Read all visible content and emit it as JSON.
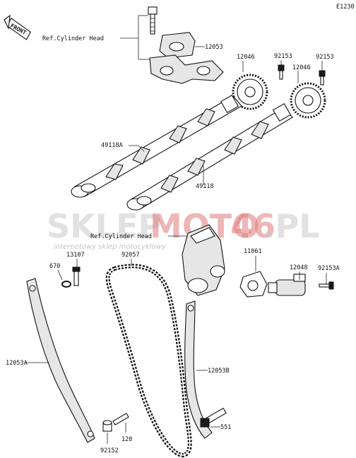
{
  "diagram_code": "E1230",
  "front_label": "FRONT",
  "refs": {
    "cylinder_head_top": "Ref.Cylinder Head",
    "cylinder_head_mid": "Ref.Cylinder Head"
  },
  "watermark": {
    "part1": "SKLEP",
    "part2": "MOTO",
    "part3": "46",
    "part4": ".PL",
    "tagline": "internetowy sklep motocyklowy"
  },
  "parts": {
    "p12053": "12053",
    "p12046_left": "12046",
    "p92153_left": "92153",
    "p92153_right": "92153",
    "p12046_right": "12046",
    "p49118A": "49118A",
    "p49118": "49118",
    "p13107": "13107",
    "p92057": "92057",
    "p11061": "11061",
    "p12048": "12048",
    "p670": "670",
    "p92153A": "92153A",
    "p12053A": "12053A",
    "p12053B": "12053B",
    "p551": "551",
    "p120": "120",
    "p92152": "92152"
  }
}
